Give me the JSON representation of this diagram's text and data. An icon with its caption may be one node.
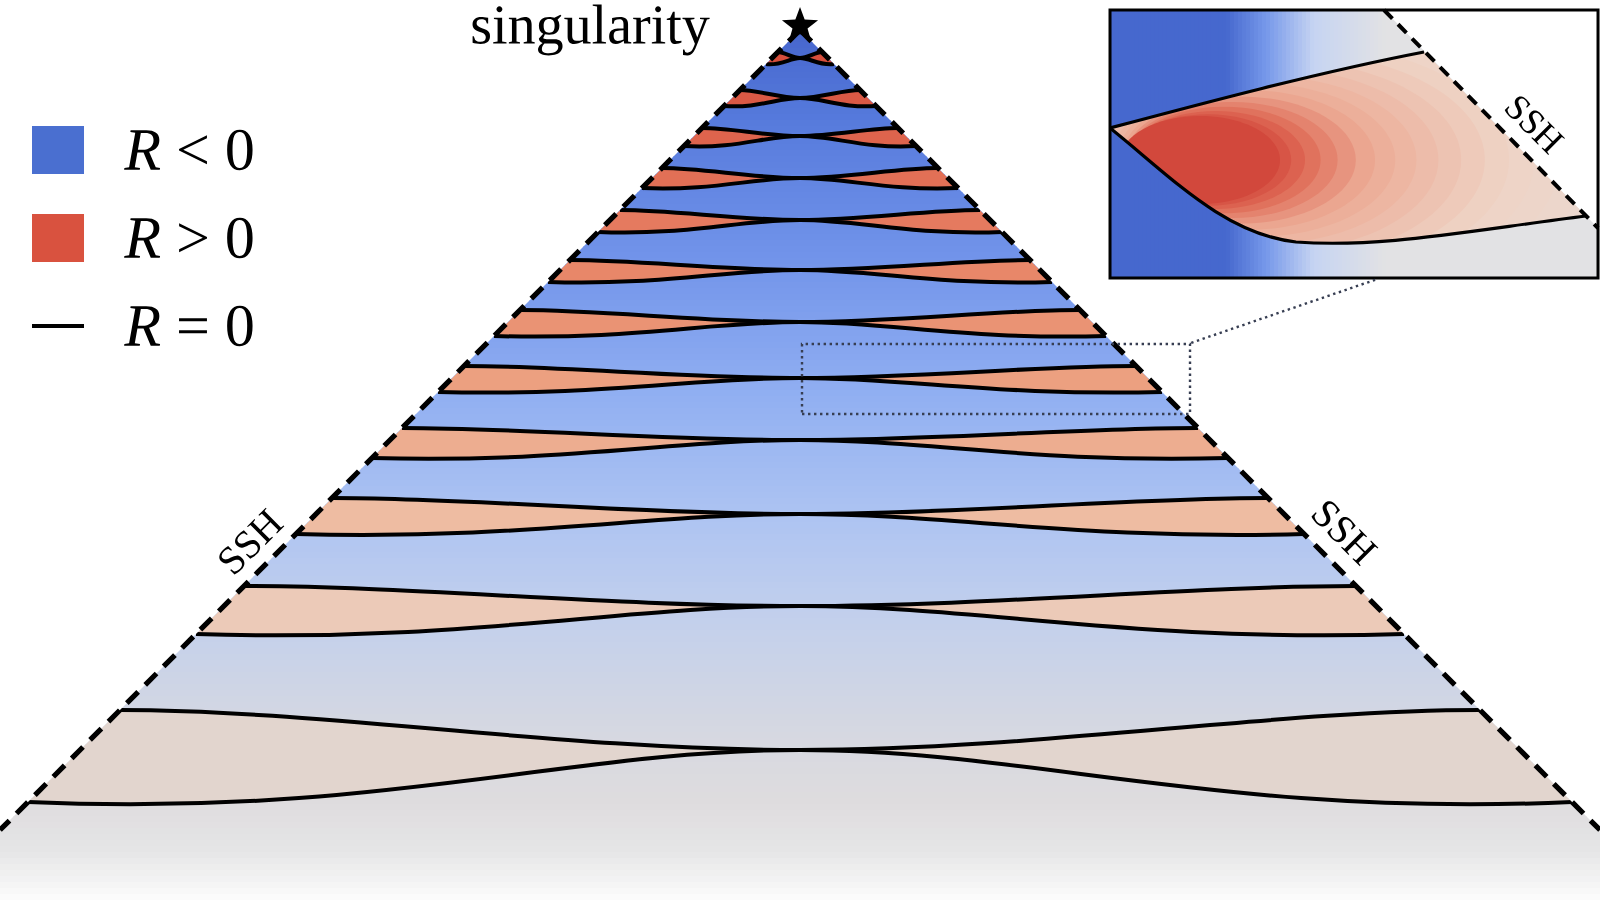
{
  "diagram": {
    "nodes": [
      {
        "text": [
          "SSH"
        ]
      },
      {
        "text": [],
        "shape": "box"
      }
    ],
    "edges": [
      {
        "from": 1,
        "to": 0,
        "arrow": "none",
        "style": "dashed"
      }
    ],
    "labels": [
      "singularity",
      "SSH",
      "SSH"
    ],
    "legend": [
      {
        "text": "*R* < 0",
        "color": "#4a6fd0"
      },
      {
        "text": "*R* > 0",
        "color": "#d9523f"
      },
      {
        "text": "*R* = 0"
      }
    ]
  }
}
